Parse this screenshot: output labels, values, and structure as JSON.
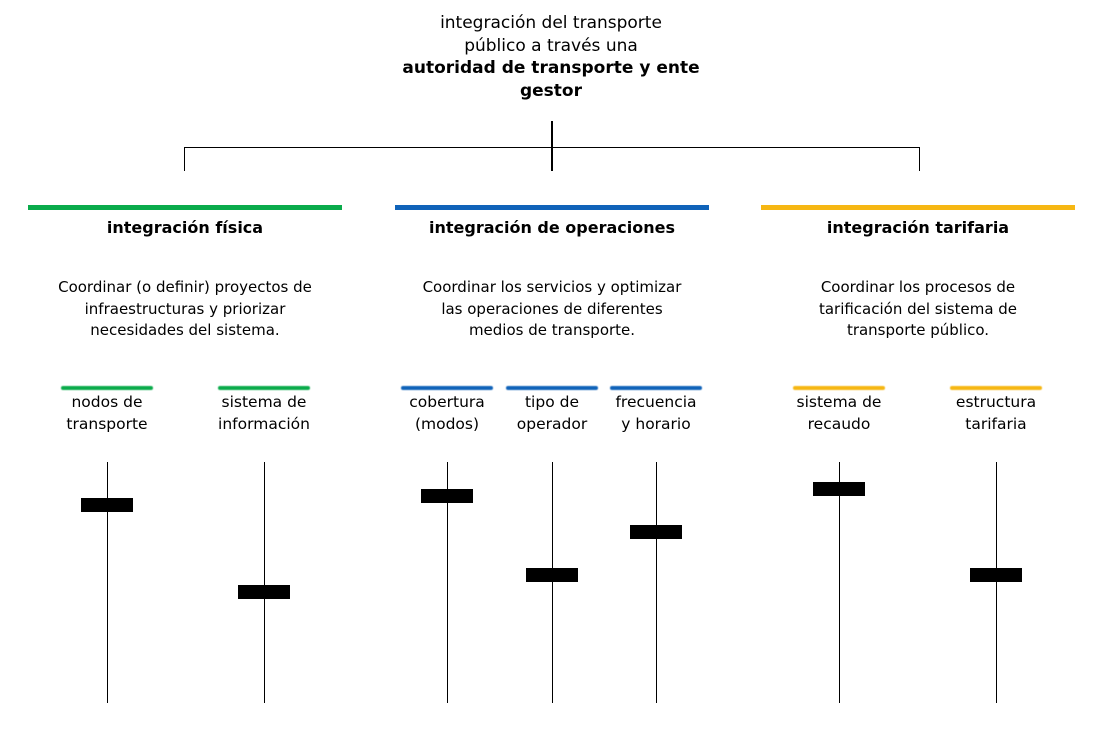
{
  "colors": {
    "green": "#0aab4b",
    "blue": "#1063b9",
    "yellow": "#f6b713"
  },
  "title": {
    "line1": "integración del transporte",
    "line2": "público a través una",
    "bold1": "autoridad de transporte y ente",
    "bold2": "gestor"
  },
  "pillars": [
    {
      "heading": "integración física",
      "desc": [
        "Coordinar (o definir) proyectos de",
        "infraestructuras y priorizar",
        "necesidades del sistema."
      ],
      "items": [
        {
          "line1": "nodos de",
          "line2": "transporte",
          "level": 0.82
        },
        {
          "line1": "sistema de",
          "line2": "información",
          "level": 0.46
        }
      ]
    },
    {
      "heading": "integración de operaciones",
      "desc": [
        "Coordinar los servicios y optimizar",
        "las operaciones de diferentes",
        "medios de transporte."
      ],
      "items": [
        {
          "line1": "cobertura",
          "line2": "(modos)",
          "level": 0.86
        },
        {
          "line1": "tipo de",
          "line2": "operador",
          "level": 0.53
        },
        {
          "line1": "frecuencia",
          "line2": "y horario",
          "level": 0.71
        }
      ]
    },
    {
      "heading": "integración tarifaria",
      "desc": [
        "Coordinar los procesos de",
        "tarificación del sistema de",
        "transporte público."
      ],
      "items": [
        {
          "line1": "sistema de",
          "line2": "recaudo",
          "level": 0.89
        },
        {
          "line1": "estructura",
          "line2": "tarifaria",
          "level": 0.53
        }
      ]
    }
  ]
}
